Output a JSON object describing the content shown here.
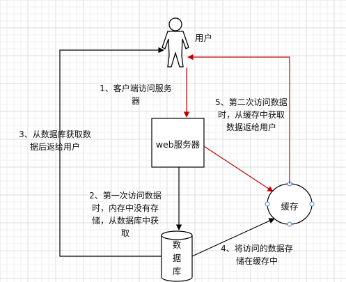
{
  "nodes": {
    "user": "用户",
    "web_server": "web服务器",
    "database": "数\n据\n库",
    "cache": "缓存"
  },
  "steps": {
    "step1": "1、客户端访问服务\n器",
    "step2": "2、第一次访问数据\n时，内存中没有存\n储，从数据库中获\n取",
    "step3": "3、从数据库获取数\n据后返给用户",
    "step4": "4、将访问的数据存\n储在缓存中",
    "step5": "5、第二次访问数据\n时，从缓存中获取\n数据返给用户"
  },
  "colors": {
    "red": "#c00000",
    "black": "#000000",
    "cache_handle": "#4a86d8",
    "grid": "#e6e6e6"
  }
}
